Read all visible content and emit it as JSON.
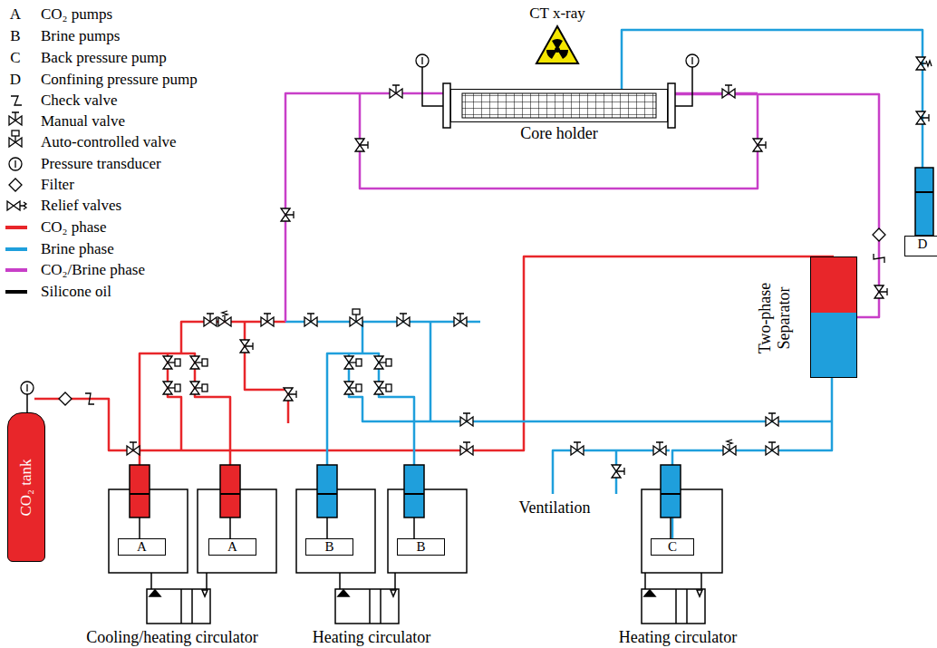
{
  "diagram": {
    "nodes": [
      {
        "text": [
          "CO₂ tank"
        ]
      },
      {
        "text": [
          "A"
        ]
      },
      {
        "text": [
          "A"
        ]
      },
      {
        "text": [
          "B"
        ]
      },
      {
        "text": [
          "B"
        ]
      },
      {
        "text": [
          "Core holder"
        ]
      },
      {
        "text": [
          "Two-phase Separator"
        ]
      },
      {
        "text": [
          "C"
        ]
      },
      {
        "text": [
          "D"
        ]
      }
    ],
    "edges": [
      {
        "from": 5,
        "to": 6,
        "arrow": "none"
      },
      {
        "from": 8,
        "to": 5,
        "arrow": "none"
      },
      {
        "from": 6,
        "to": 7,
        "arrow": "none"
      }
    ],
    "labels": [
      "A",
      "B",
      "C",
      "D",
      "CT x-ray",
      "Cooling/heating circulator",
      "Heating circulator",
      "Heating circulator",
      "Ventilation"
    ],
    "legend": [
      {
        "text": "CO₂ pumps"
      },
      {
        "text": "Brine pumps"
      },
      {
        "text": "Back pressure pump"
      },
      {
        "text": "Confining pressure pump"
      },
      {
        "text": "Check valve"
      },
      {
        "text": "Manual valve"
      },
      {
        "text": "Auto-controlled valve"
      },
      {
        "text": "Pressure transducer"
      },
      {
        "text": "Filter"
      },
      {
        "text": "Relief valves"
      },
      {
        "text": "CO₂ phase",
        "color": "#e8262a"
      },
      {
        "text": "Brine phase",
        "color": "#1f9fdc"
      },
      {
        "text": "CO₂/Brine phase",
        "color": "#c83fc8"
      },
      {
        "text": "Silicone oil",
        "color": "#000000"
      }
    ]
  }
}
